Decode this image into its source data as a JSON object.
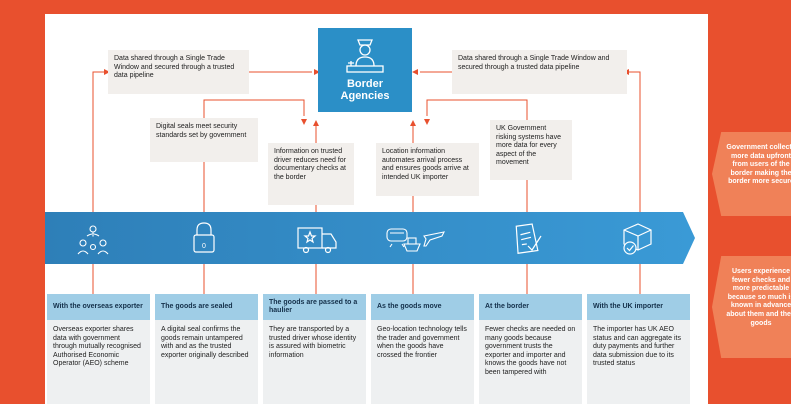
{
  "hub": {
    "title_line1": "Border",
    "title_line2": "Agencies",
    "icon": "officer-at-desk-icon"
  },
  "top_notes": {
    "left": "Data shared through a Single Trade Window and secured through a trusted data pipeline",
    "right": "Data shared through a Single Trade Window and secured through a trusted data pipeline"
  },
  "mid_notes": [
    "Digital seals meet security standards set by government",
    "Information on trusted driver reduces need for documentary checks at the border",
    "Location information automates arrival process and ensures goods arrive at intended UK importer",
    "UK Government risking systems have more data for every aspect of the movement"
  ],
  "stages": [
    {
      "icon": "people-network-icon",
      "title": "With the overseas exporter",
      "body": "Overseas exporter shares data with government through mutually recognised Authorised Economic Operator (AEO) scheme"
    },
    {
      "icon": "padlock-icon",
      "title": "The goods are sealed",
      "body": "A digital seal confirms the goods remain untampered with and as the trusted exporter originally described"
    },
    {
      "icon": "truck-icon",
      "title": "The goods are passed to a haulier",
      "body": "They are transported by a trusted driver whose identity is assured with biometric information"
    },
    {
      "icon": "transport-modes-icon",
      "title": "As the goods move",
      "body": "Geo-location technology tells the trader and government when the goods have crossed the frontier"
    },
    {
      "icon": "clipboard-check-icon",
      "title": "At the border",
      "body": "Fewer checks are needed on many goods because government trusts the exporter and importer and knows the goods have not been tampered with"
    },
    {
      "icon": "package-check-icon",
      "title": "With the UK importer",
      "body": "The importer has UK AEO status and can aggregate its duty payments and further data submission due to its trusted status"
    }
  ],
  "side_notes": [
    "Government collects more data upfront from users of the border making the border more secure",
    "Users experience fewer checks and more predictable because so much is known in advance about them and their goods"
  ]
}
